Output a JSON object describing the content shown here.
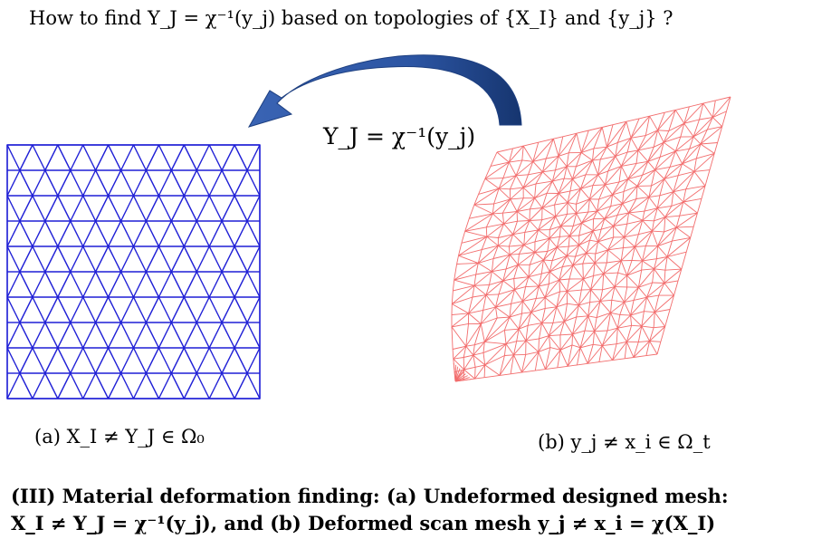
{
  "top_question": "How to find Y_J = χ⁻¹(y_j) based on topologies of {X_I} and {y_j} ?",
  "center_formula": "Y_J = χ⁻¹(y_j)",
  "caption_a": "(a) X_I ≠ Y_J ∈ Ω₀",
  "caption_b": "(b) y_j ≠ x_i ∈ Ω_t",
  "bottom_caption_line1": "(III) Material deformation finding: (a) Undeformed designed mesh:",
  "bottom_caption_line2": "X_I ≠ Y_J = χ⁻¹(y_j), and (b) Deformed scan mesh y_j ≠ x_i = χ(X_I)",
  "colors": {
    "undeformed_mesh": "#1f1fd6",
    "deformed_mesh": "#f26d6d",
    "arrow_fill": "#2f58a6",
    "arrow_dark": "#1d3f80"
  },
  "icons": {
    "arrow": "curved-arrow-icon"
  }
}
